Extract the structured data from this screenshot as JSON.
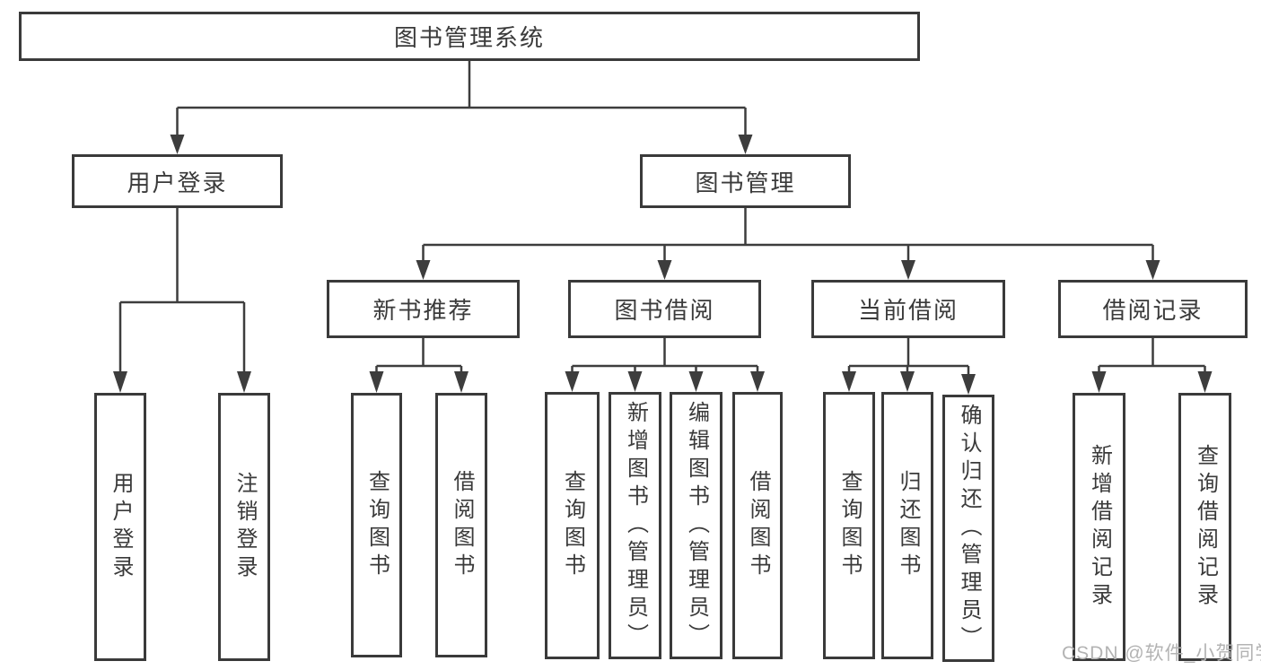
{
  "tree": {
    "root": {
      "label": "图书管理系统"
    },
    "level2": {
      "user_login_group": {
        "label": "用户登录"
      },
      "book_management": {
        "label": "图书管理"
      }
    },
    "user_login_children": {
      "user_login": {
        "label": "用户登录"
      },
      "logout": {
        "label": "注销登录"
      }
    },
    "book_management_children": {
      "new_book_recommend": {
        "label": "新书推荐"
      },
      "book_borrowing": {
        "label": "图书借阅"
      },
      "current_borrowing": {
        "label": "当前借阅"
      },
      "borrowing_records": {
        "label": "借阅记录"
      }
    },
    "new_book_recommend_children": {
      "query_books": {
        "label": "查询图书"
      },
      "borrow_books": {
        "label": "借阅图书"
      }
    },
    "book_borrowing_children": {
      "query_books": {
        "label": "查询图书"
      },
      "add_books_admin": {
        "label": "新增图书（管理员）"
      },
      "edit_books_admin": {
        "label": "编辑图书（管理员）"
      },
      "borrow_books": {
        "label": "借阅图书"
      }
    },
    "current_borrowing_children": {
      "query_books": {
        "label": "查询图书"
      },
      "return_books": {
        "label": "归还图书"
      },
      "confirm_return_admin": {
        "label": "确认归还（管理员）"
      }
    },
    "borrowing_records_children": {
      "add_borrow_record": {
        "label": "新增借阅记录"
      },
      "query_borrow_record": {
        "label": "查询借阅记录"
      }
    }
  },
  "watermark": {
    "text": "CSDN @软件_小贺同学"
  },
  "colors": {
    "line": "#3d3d3d",
    "box_border": "#3a3a3a",
    "text": "#3a3a3a",
    "watermark": "#b3b3b3",
    "background": "#ffffff"
  }
}
